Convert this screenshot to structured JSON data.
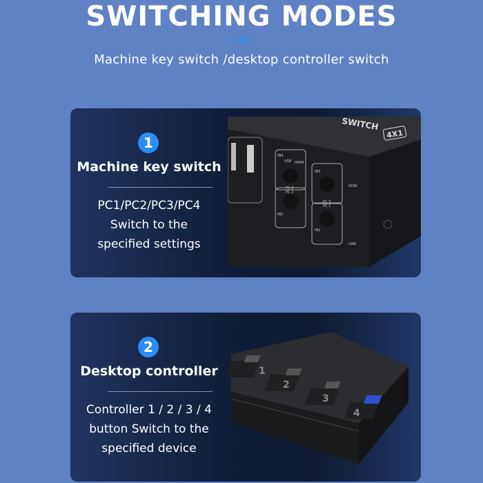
{
  "header": {
    "title": "SWITCHING MODES",
    "subtitle": "Machine key switch /desktop controller switch",
    "carousel_active": 2,
    "carousel_count": 3
  },
  "colors": {
    "background": "#5e82c3",
    "accent": "#2b8df2",
    "card": "#101d38"
  },
  "cards": [
    {
      "number": "1",
      "title": "Machine key switch",
      "lines": [
        "PC1/PC2/PC3/PC4",
        "Switch to the",
        "specified settings"
      ],
      "device": {
        "brand": "SWITCH",
        "model": "4X1",
        "ports": [
          {
            "pc": "PC 4",
            "in": "IN4"
          },
          {
            "pc": "PC 2",
            "in": "IN2"
          },
          {
            "pc": "PC 3",
            "in": "IN3"
          },
          {
            "pc": "PC 1",
            "in": "IN1"
          }
        ],
        "usb": "USB",
        "hdmi": "HDMI",
        "dow": "DOW",
        "link": "LINK"
      }
    },
    {
      "number": "2",
      "title": "Desktop controller",
      "lines": [
        "Controller 1 / 2 / 3 / 4",
        "button Switch to the",
        "specified device"
      ],
      "device": {
        "buttons": [
          "1",
          "2",
          "3",
          "4"
        ],
        "active_button": "4"
      }
    }
  ]
}
